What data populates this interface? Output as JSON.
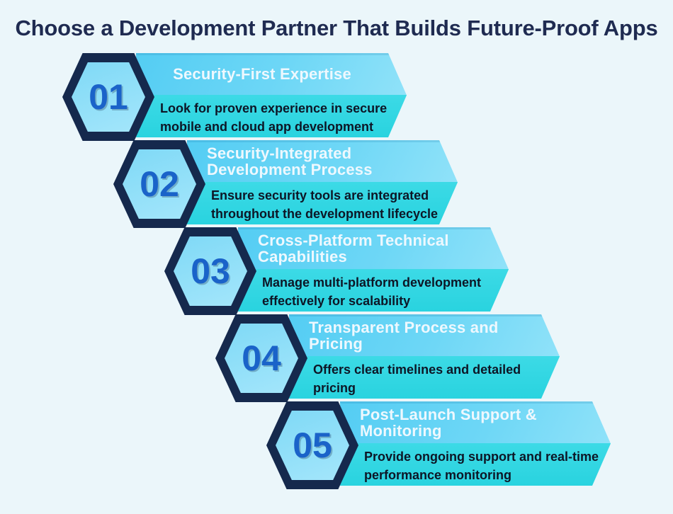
{
  "heading": "Choose a Development Partner That Builds Future-Proof Apps",
  "palette": {
    "background": "#ebf6fa",
    "heading_navy": "#1f2b51",
    "hexagon_border_navy": "#15294d",
    "hexagon_fill_blue": "#8edef8",
    "number_blue": "#1a63c9",
    "title_band_blue_start": "#54cdf3",
    "title_band_blue_end": "#90e2f9",
    "description_band_teal": "#2fd6e2",
    "title_text": "#eef8fe",
    "description_text": "#0d1626"
  },
  "steps": [
    {
      "number": "01",
      "title": "Security-First Expertise",
      "description": "Look for proven experience in secure mobile and cloud app development"
    },
    {
      "number": "02",
      "title": "Security-Integrated Development Process",
      "description": "Ensure security tools are integrated throughout the development lifecycle"
    },
    {
      "number": "03",
      "title": "Cross-Platform Technical Capabilities",
      "description": "Manage multi-platform development effectively for scalability"
    },
    {
      "number": "04",
      "title": "Transparent Process and Pricing",
      "description": "Offers clear timelines and detailed pricing"
    },
    {
      "number": "05",
      "title": "Post-Launch Support & Monitoring",
      "description": "Provide ongoing support and real-time performance monitoring"
    }
  ]
}
